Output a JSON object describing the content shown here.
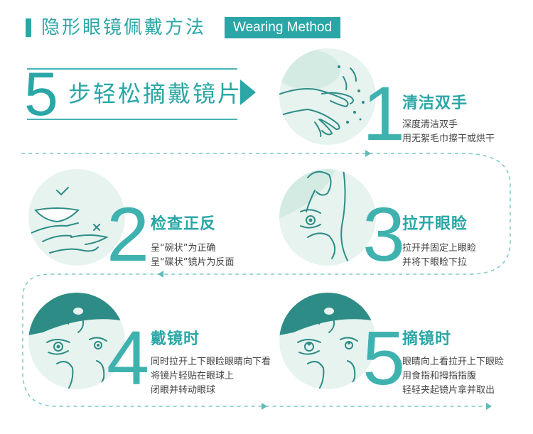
{
  "header": {
    "title": "隐形眼镜佩戴方法",
    "subtitle_en": "Wearing Method"
  },
  "intro": {
    "number": "5",
    "text": "步轻松摘戴镜片"
  },
  "steps": [
    {
      "number": "1",
      "title": "清洁双手",
      "lines": [
        "深度清洁双手",
        "用无絮毛巾擦干或烘干"
      ]
    },
    {
      "number": "2",
      "title": "检查正反",
      "lines": [
        "呈“碗状”为正确",
        "呈“碟状”镜片为反面"
      ]
    },
    {
      "number": "3",
      "title": "拉开眼睑",
      "lines": [
        "拉开并固定上眼睑",
        "并将下眼睑下拉"
      ]
    },
    {
      "number": "4",
      "title": "戴镜时",
      "lines": [
        "同时拉开上下眼睑眼睛向下看",
        "将镜片轻贴在眼球上",
        "闭眼并转动眼球"
      ]
    },
    {
      "number": "5",
      "title": "摘镜时",
      "lines": [
        "眼睛向上看拉开上下眼睑",
        "用食指和拇指指腹",
        "轻轻夹起镜片拿并取出"
      ]
    }
  ],
  "colors": {
    "accent": "#2aa6a6",
    "number": "#3fb2b0",
    "circle_bg": "#e6f3ef"
  }
}
